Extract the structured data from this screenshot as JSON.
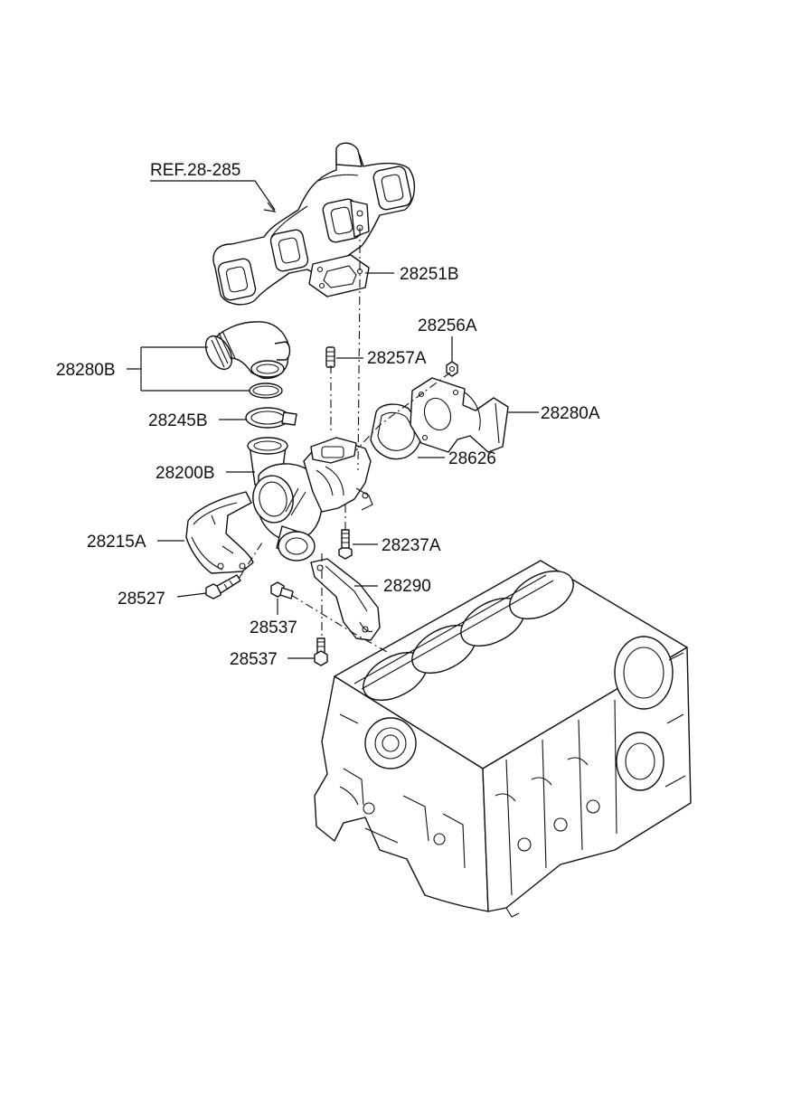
{
  "labels": {
    "ref": "REF.28-285",
    "p28251B": "28251B",
    "p28256A": "28256A",
    "p28257A": "28257A",
    "p28280B": "28280B",
    "p28280A": "28280A",
    "p28245B": "28245B",
    "p28626": "28626",
    "p28200B": "28200B",
    "p28215A": "28215A",
    "p28237A": "28237A",
    "p28527": "28527",
    "p28290": "28290",
    "p28537a": "28537",
    "p28537b": "28537"
  }
}
